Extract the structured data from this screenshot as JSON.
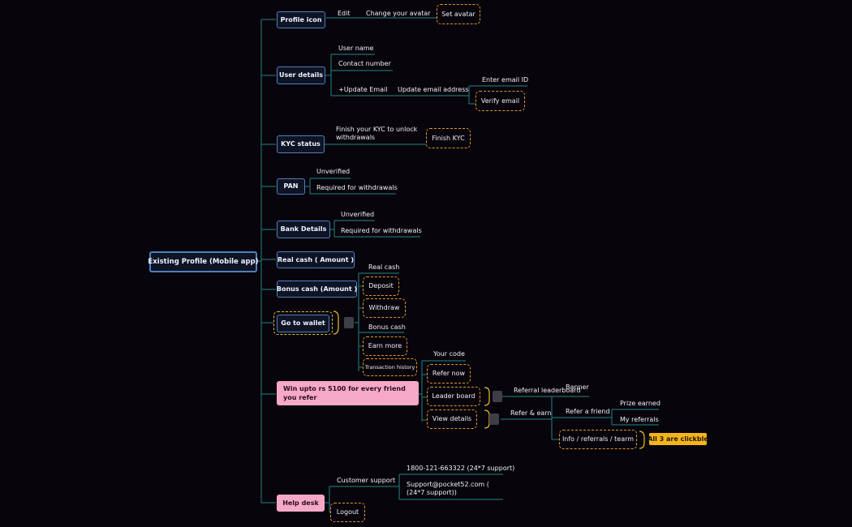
{
  "root": "Existing Profile (Mobile app)",
  "profile": {
    "title": "Profile icon",
    "edit": "Edit",
    "change": "Change your avatar",
    "set": "Set avatar"
  },
  "user_details": {
    "title": "User details",
    "name": "User name",
    "contact": "Contact number",
    "update_email": "+Update Email",
    "update_email_address": "Update email address",
    "enter_email": "Enter email ID",
    "verify": "Verify email"
  },
  "kyc": {
    "title": "KYC status",
    "desc": "Finish your KYC to unlock withdrawals",
    "finish": "Finish KYC"
  },
  "pan": {
    "title": "PAN",
    "unverified": "Unverified",
    "required": "Required for withdrawals"
  },
  "bank": {
    "title": "Bank Details",
    "unverified": "Unverified",
    "required": "Required for withdrawals"
  },
  "real_cash": "Real cash ( Amount )",
  "bonus_cash": "Bonus cash (Amount )",
  "wallet": {
    "title": "Go to wallet",
    "real_cash": "Real cash",
    "deposit": "Deposit",
    "withdraw": "Withdraw",
    "bonus_cash": "Bonus cash",
    "earn_more": "Earn more",
    "transactions": "Transaction history"
  },
  "referral": {
    "title": "Win upto rs 5100 for every friend you refer",
    "your_code": "Your code",
    "refer_now": "Refer now",
    "leader_board": "Leader board",
    "view_details": "View details",
    "referral_leaderboard": "Referral leaderboard",
    "banner": "Banner",
    "refer_earn": "Refer & earn",
    "refer_friend": "Refer a friend",
    "prize": "Prize earned",
    "my_referrals": "My referrals",
    "info": "Info / referrals / tearm",
    "clickable": "All 3 are clickble"
  },
  "help": {
    "title": "Help desk",
    "support": "Customer support",
    "phone": "1800-121-663322 (24*7 support)",
    "email": "Support@pocket52.com ( (24*7 support))",
    "logout": "Logout"
  },
  "colors": {
    "edge": "#1f6e6e",
    "node_border": "#4e7fc0",
    "pink": "#f6a9c7",
    "dashed": "#e39a24",
    "badge": "#f4b51c"
  }
}
